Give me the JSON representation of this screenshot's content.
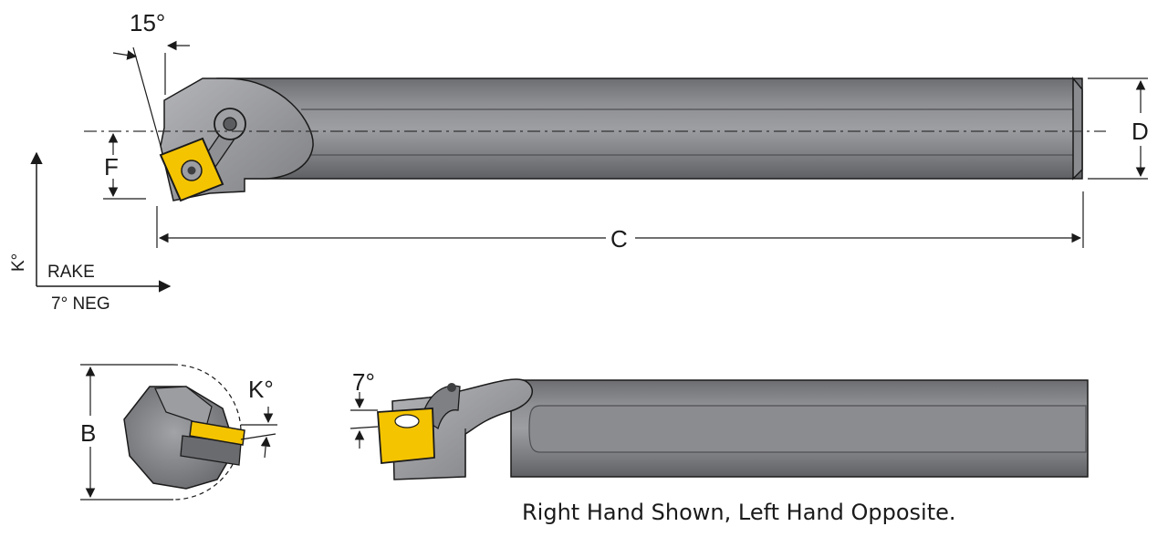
{
  "labels": {
    "angle_15": "15°",
    "dim_f": "F",
    "dim_d": "D",
    "dim_c": "C",
    "dim_b": "B",
    "k_axis": "K°",
    "rake": "RAKE",
    "neg": "7° NEG",
    "k_end": "K°",
    "angle_7": "7°"
  },
  "caption": "Right Hand Shown, Left Hand Opposite.",
  "colors": {
    "bar": "#7d7e82",
    "bar_light": "#a3a4a8",
    "bar_dark": "#5d5e61",
    "insert": "#f5c400",
    "line": "#1a1a1a"
  }
}
